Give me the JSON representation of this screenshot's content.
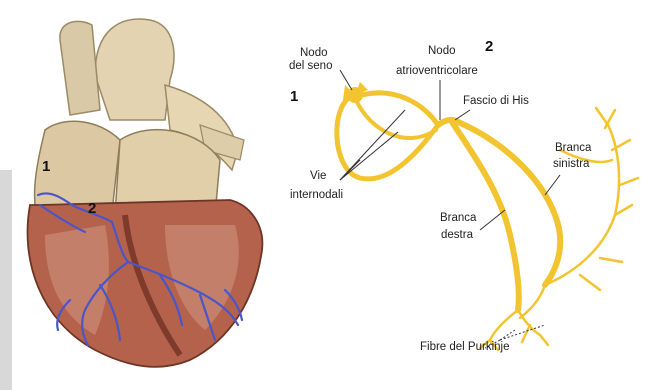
{
  "heart": {
    "marker_1": "1",
    "marker_2": "2"
  },
  "labels": {
    "nodo_seno": [
      "Nodo",
      "del seno"
    ],
    "nodo_av": [
      "Nodo",
      "atrioventricolare"
    ],
    "fascio_his": "Fascio di His",
    "vie_internodali": [
      "Vie",
      "internodali"
    ],
    "branca_sinistra": [
      "Branca",
      "sinistra"
    ],
    "branca_destra": [
      "Branca",
      "destra"
    ],
    "fibre_purkinje": "Fibre del Purkinje",
    "num_1": "1",
    "num_2": "2"
  },
  "colors": {
    "conduction": "#f2c530",
    "heart_nerve": "#4a56c8",
    "muscle": "#b4624c",
    "atrium": "#dcc9a4"
  }
}
